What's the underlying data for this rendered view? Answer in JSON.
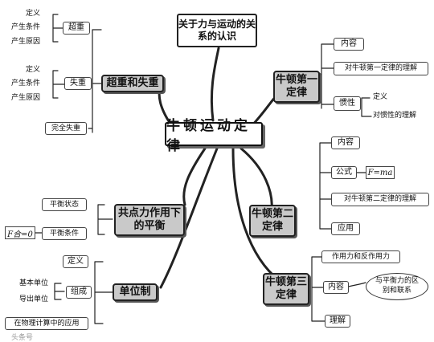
{
  "center": "牛顿运动定律",
  "topic": "关于力与运动的关系的认识",
  "first_law": {
    "title": "牛顿第一定律",
    "items": [
      "内容",
      "对牛顿第一定律的理解",
      "惯性"
    ],
    "inertia_items": [
      "定义",
      "对惯性的理解"
    ]
  },
  "second_law": {
    "title": "牛顿第二定律",
    "items": [
      "内容",
      "公式",
      "对牛顿第二定律的理解",
      "应用"
    ],
    "formula": "F=ma"
  },
  "third_law": {
    "title": "牛顿第三定律",
    "items": [
      "作用力和反作用力",
      "内容",
      "理解"
    ],
    "cloud": "与平衡力的区别和联系"
  },
  "overweight": {
    "title": "超重和失重",
    "chao": "超重",
    "shi": "失重",
    "full": "完全失重",
    "chao_items": [
      "定义",
      "产生条件",
      "产生原因"
    ],
    "shi_items": [
      "定义",
      "产生条件",
      "产生原因"
    ]
  },
  "equilibrium": {
    "title": "共点力作用下的平衡",
    "items": [
      "平衡状态",
      "平衡条件"
    ],
    "formula": "F合=0"
  },
  "units": {
    "title": "单位制",
    "items": [
      "定义",
      "组成",
      "在物理计算中的应用"
    ],
    "sub_items": [
      "基本单位",
      "导出单位"
    ]
  },
  "watermark": "头条号"
}
